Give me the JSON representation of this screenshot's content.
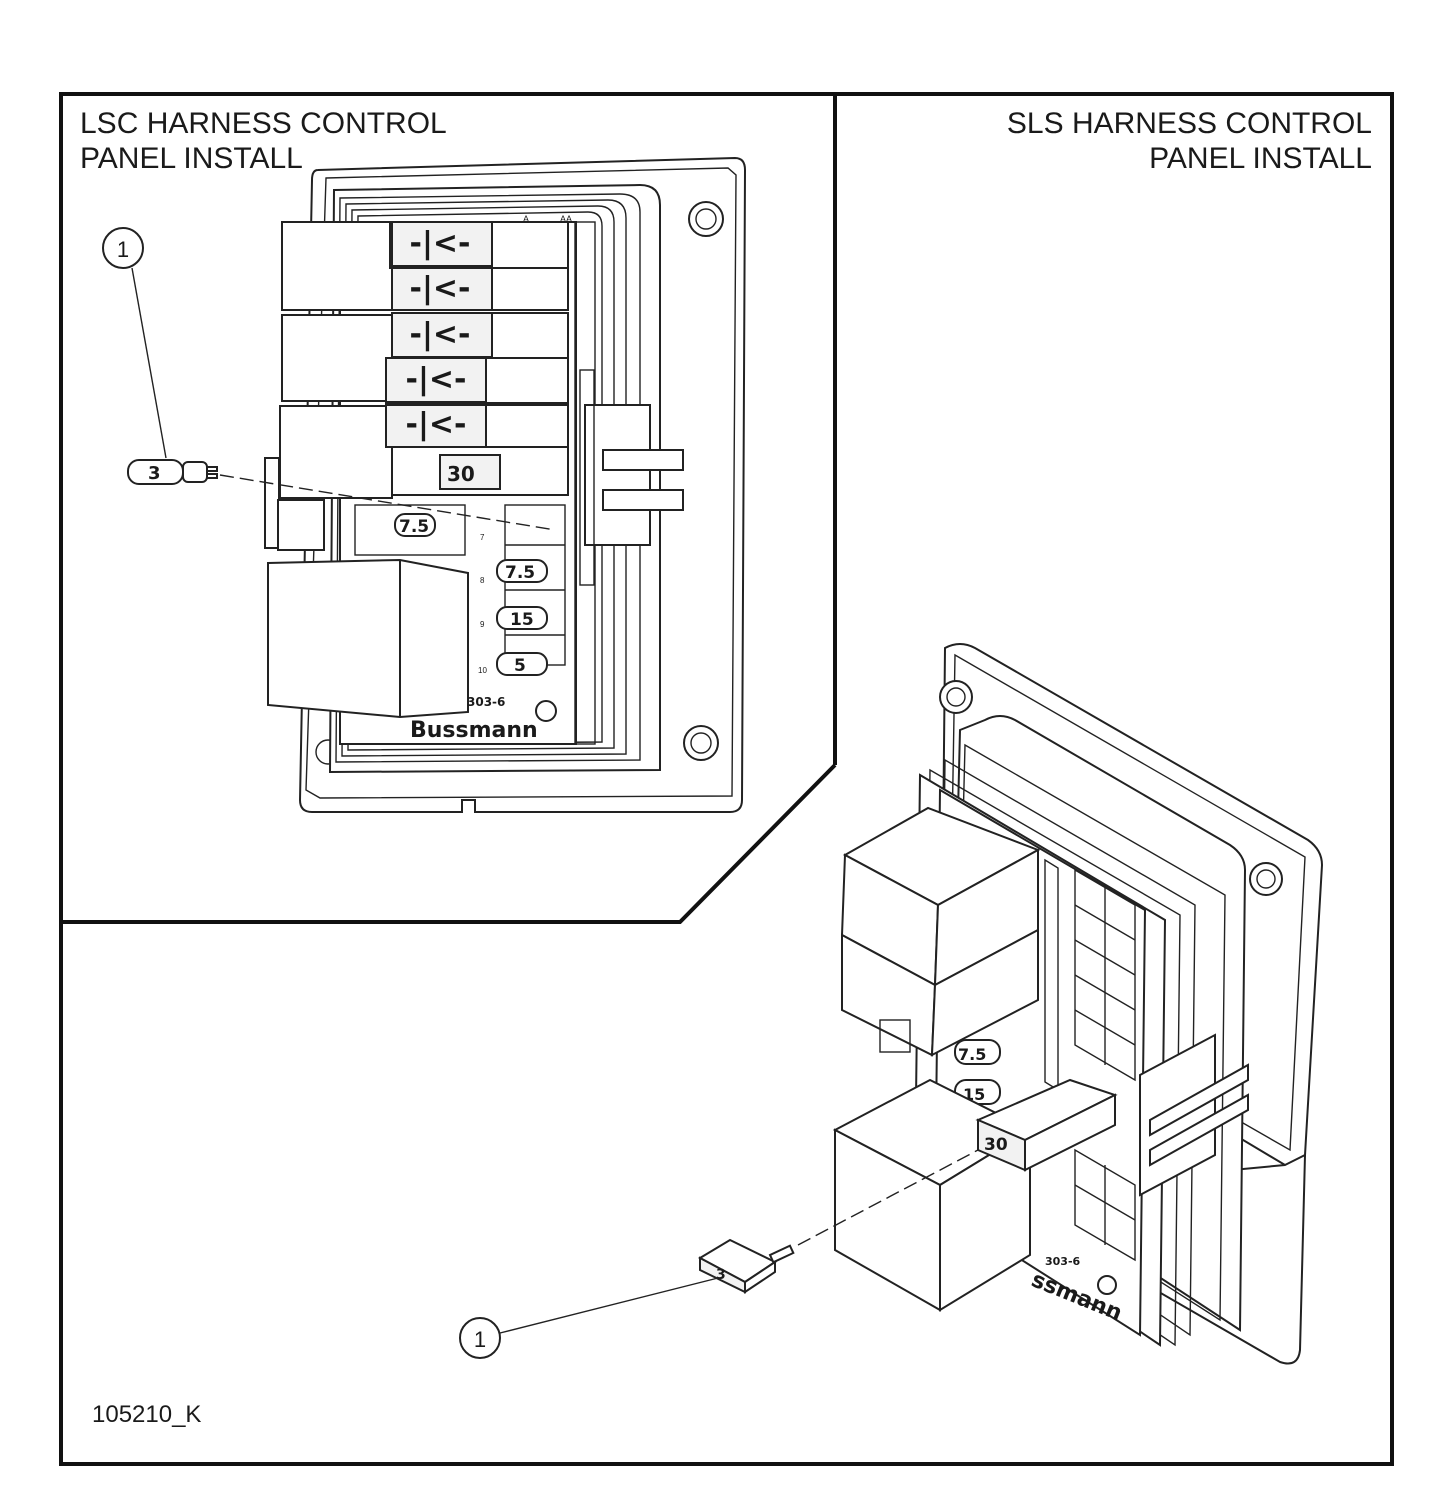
{
  "panels": {
    "lsc": {
      "title_line1": "LSC HARNESS CONTROL",
      "title_line2": "PANEL INSTALL",
      "callout": "1",
      "fuse_part_label": "3",
      "relay_symbol": "-|<-",
      "relay_count": 5,
      "fuse_labels": [
        "30",
        "7.5",
        "7.5",
        "15",
        "5"
      ],
      "brand": "Bussmann",
      "brand_part": "303-6"
    },
    "sls": {
      "title_line1": "SLS HARNESS CONTROL",
      "title_line2": "PANEL INSTALL",
      "callout": "1",
      "fuse_part_label": "3",
      "fuse_labels": [
        "30",
        "7.5",
        "15"
      ],
      "brand": "ssmann",
      "brand_part": "303-6"
    }
  },
  "figure_id": "105210_K"
}
